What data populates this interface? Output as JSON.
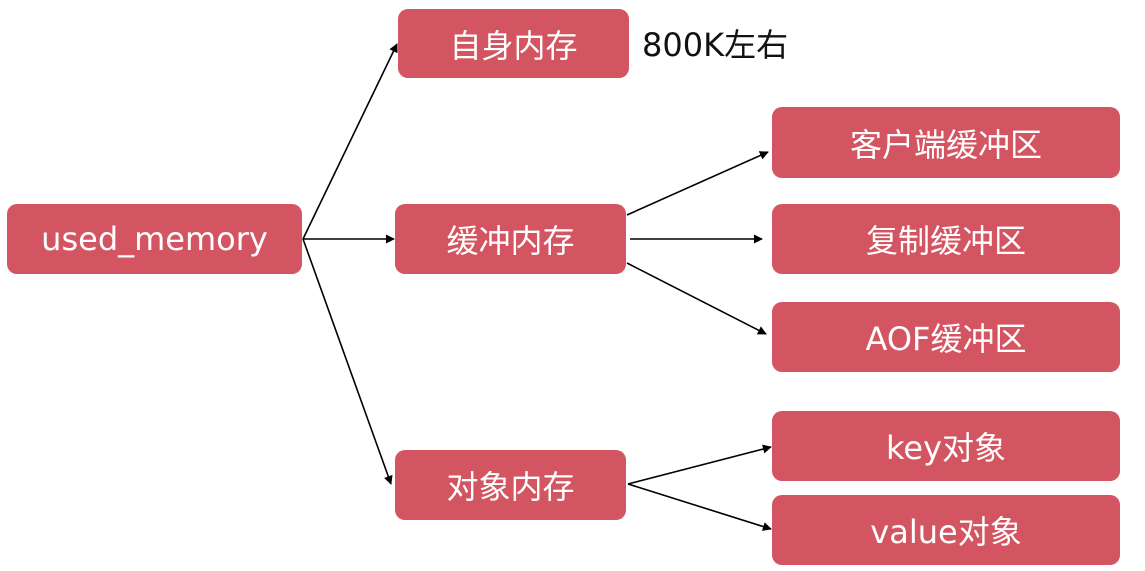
{
  "colors": {
    "box": "#d35561",
    "text": "#ffffff",
    "arrow": "#000000"
  },
  "root": {
    "label": "used_memory"
  },
  "level1": {
    "self_memory": {
      "label": "自身内存",
      "note": "800K左右"
    },
    "buffer_memory": {
      "label": "缓冲内存"
    },
    "object_memory": {
      "label": "对象内存"
    }
  },
  "level2": {
    "client_buffer": {
      "label": "客户端缓冲区"
    },
    "replication_buffer": {
      "label": "复制缓冲区"
    },
    "aof_buffer": {
      "label": "AOF缓冲区"
    },
    "key_object": {
      "label": "key对象"
    },
    "value_object": {
      "label": "value对象"
    }
  }
}
